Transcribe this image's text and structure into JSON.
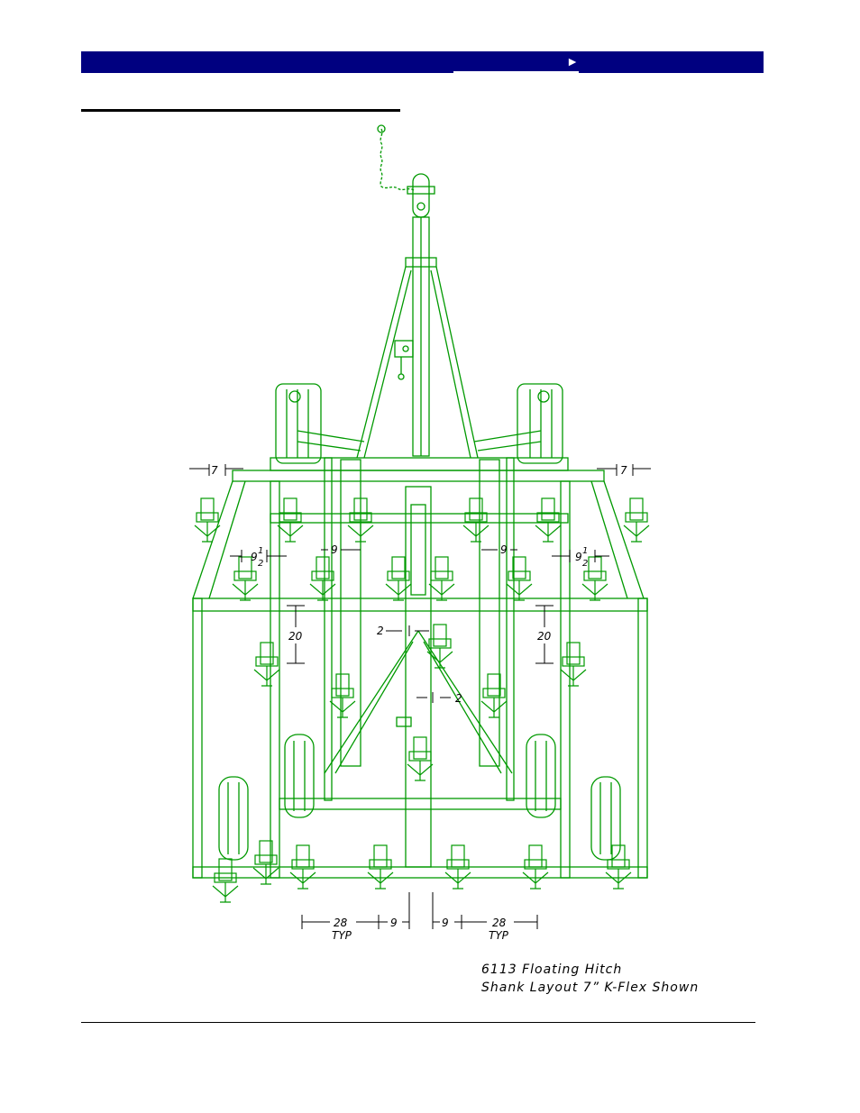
{
  "header": {
    "nav_arrow": "►"
  },
  "colors": {
    "header_bar": "#000080",
    "drawing": "#009900",
    "dimension": "#000000"
  },
  "drawing": {
    "dimensions": {
      "outer_spacing": "7",
      "nine_half_whole": "9",
      "nine_half_num": "1",
      "nine_half_den": "2",
      "nine": "9",
      "twenty": "20",
      "two": "2",
      "typical": "28",
      "typ_label": "TYP",
      "center_offset": "9"
    },
    "caption_line1": "6113  Floating  Hitch",
    "caption_line2": "Shank  Layout  7”    K-Flex  Shown"
  }
}
